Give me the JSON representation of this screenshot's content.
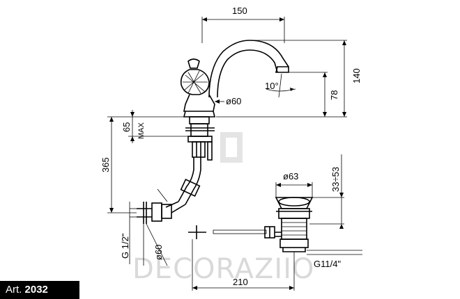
{
  "dimensions": {
    "top_width": "150",
    "total_height": "140",
    "spout_height": "78",
    "spout_angle": "10°",
    "body_diameter": "ø60",
    "deck_max": "65",
    "deck_max_label": "MAX",
    "inlet_height": "365",
    "inlet_thread": "G 1/2\"",
    "escutcheon_diameter": "ø60",
    "waste_diameter": "ø63",
    "waste_range": "33÷53",
    "waste_thread": "G11/4\"",
    "pop_up_length": "210"
  },
  "watermark": {
    "text": "DECORAZIIO"
  },
  "article": {
    "prefix": "Art.",
    "number": "2032"
  }
}
